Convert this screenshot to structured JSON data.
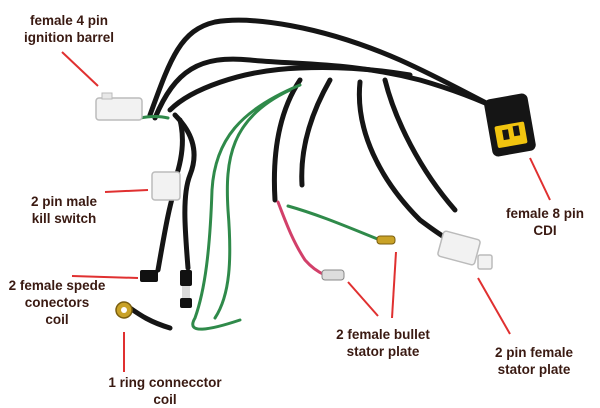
{
  "labels": {
    "ignition": {
      "line1": "female 4 pin",
      "line2": "ignition barrel"
    },
    "kill_switch": {
      "line1": "2 pin male",
      "line2": "kill switch"
    },
    "spade": {
      "line1": "2 female spede",
      "line2": "conectors",
      "line3": "coil"
    },
    "ring": {
      "line1": "1 ring connecctor",
      "line2": "coil"
    },
    "bullet": {
      "line1": "2 female bullet",
      "line2": "stator plate"
    },
    "stator_plate": {
      "line1": "2 pin female",
      "line2": "stator plate"
    },
    "cdi": {
      "line1": "female 8 pin",
      "line2": "CDI"
    }
  },
  "colors": {
    "wire_black": "#151515",
    "wire_green": "#2f8a4a",
    "wire_red": "#d2406a",
    "connector_white": "#f2f2f2",
    "connector_yellow": "#f1c40f",
    "ring_brass": "#c9a227",
    "callout_red": "#e03030",
    "label_text": "#3a1a12"
  }
}
